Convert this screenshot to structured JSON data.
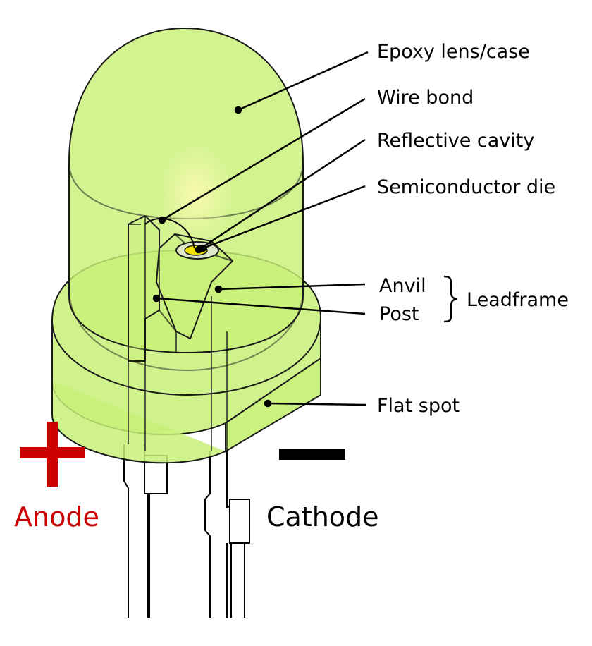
{
  "diagram": {
    "labels": {
      "epoxy_lens": "Epoxy lens/case",
      "wire_bond": "Wire bond",
      "reflective_cavity": "Reflective cavity",
      "semiconductor_die": "Semiconductor die",
      "anvil": "Anvil",
      "post": "Post",
      "leadframe": "Leadframe",
      "flat_spot": "Flat spot"
    },
    "terminals": {
      "anode_label": "Anode",
      "cathode_label": "Cathode"
    }
  },
  "colors": {
    "epoxy_fill": "#c8f078",
    "epoxy_stroke": "#1a1a1a",
    "anode": "#cc0000",
    "cathode": "#000000",
    "glow": "#f6f58a",
    "die": "#f2e400"
  }
}
